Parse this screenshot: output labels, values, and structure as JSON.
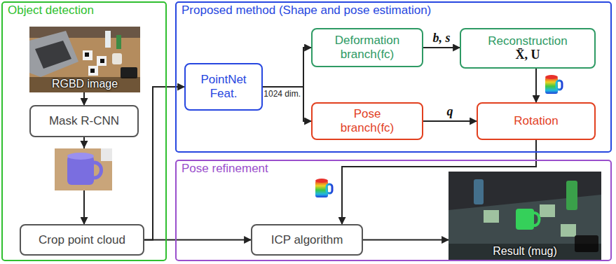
{
  "diagram": {
    "nodes": [
      {
        "text": [
          "Object detection"
        ]
      },
      {
        "text": [
          "RGBD image"
        ],
        "in": 0
      },
      {
        "text": [
          "Mask R-CNN"
        ],
        "in": 0
      },
      {
        "text": [
          "Crop point cloud"
        ],
        "in": 0
      },
      {
        "text": [
          "Proposed method (Shape and pose estimation)"
        ]
      },
      {
        "text": [
          "PointNet Feat."
        ],
        "in": 4
      },
      {
        "text": [
          "Deformation branch(fc)"
        ],
        "in": 4
      },
      {
        "text": [
          "Reconstruction",
          "X̄, U"
        ],
        "in": 4
      },
      {
        "text": [
          "Pose branch(fc)"
        ],
        "in": 4
      },
      {
        "text": [
          "Rotation"
        ],
        "in": 4
      },
      {
        "text": [
          "Pose refinement"
        ]
      },
      {
        "text": [
          "ICP algorithm"
        ],
        "in": 10
      },
      {
        "text": [
          "Result (mug)"
        ],
        "in": 10
      }
    ],
    "edges": [
      {
        "from": 1,
        "to": 2,
        "arrow": "to"
      },
      {
        "from": 2,
        "to": 3,
        "arrow": "to"
      },
      {
        "from": 3,
        "to": 5,
        "arrow": "to"
      },
      {
        "from": 3,
        "to": 11,
        "arrow": "to"
      },
      {
        "from": 5,
        "to": 6,
        "arrow": "to"
      },
      {
        "from": 5,
        "to": 8,
        "arrow": "to"
      },
      {
        "from": 6,
        "to": 7,
        "label": "b, s",
        "arrow": "to"
      },
      {
        "from": 8,
        "to": 9,
        "label": "q",
        "arrow": "to"
      },
      {
        "from": 7,
        "to": 9,
        "arrow": "to"
      },
      {
        "from": 9,
        "to": 11,
        "arrow": "to"
      },
      {
        "from": 11,
        "to": 12,
        "arrow": "to"
      }
    ],
    "labels": [
      "1024 dim."
    ]
  }
}
